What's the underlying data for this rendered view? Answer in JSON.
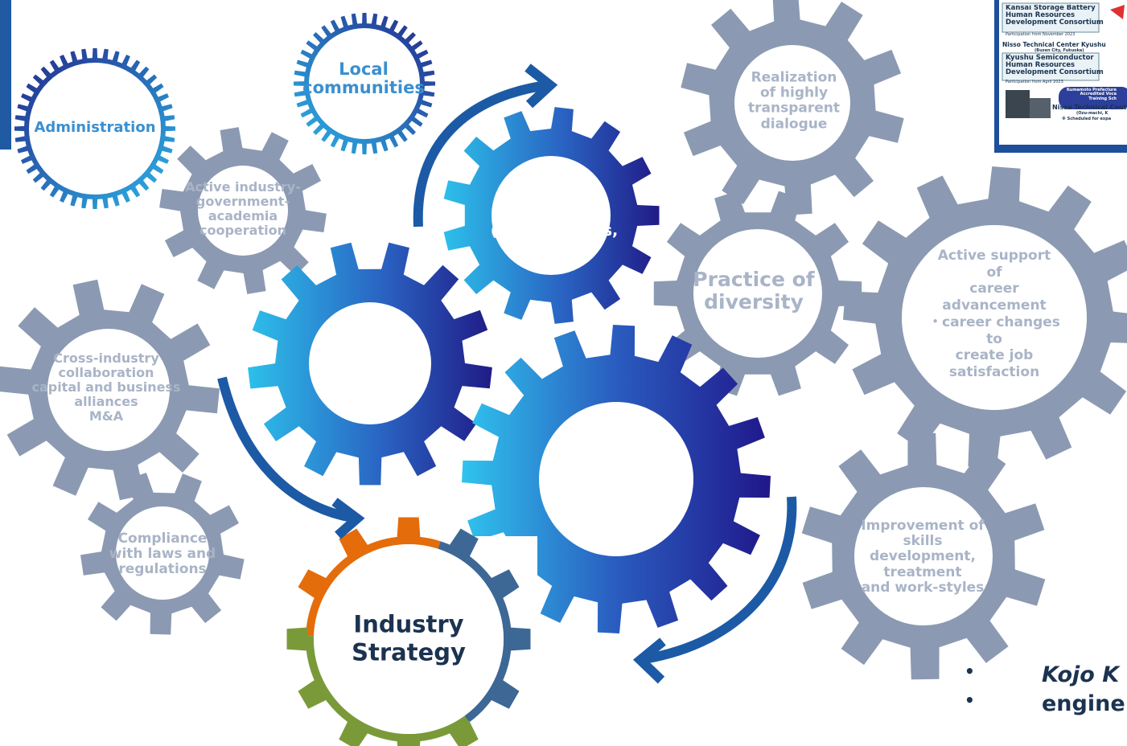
{
  "diagram": {
    "gears_outline": [
      {
        "id": "administration",
        "label": "Administration"
      },
      {
        "id": "local-communities",
        "label": "Local\ncommunities"
      }
    ],
    "gears_gray": [
      {
        "id": "industry-government-academia",
        "label": "Active industry-\ngovernment-\nacademia\ncooperation"
      },
      {
        "id": "cross-industry",
        "label": "Cross-industry\ncollaboration\ncapital and business\nalliances\nM&A"
      },
      {
        "id": "compliance",
        "label": "Compliance\nwith laws and\nregulations"
      },
      {
        "id": "transparent-dialogue",
        "label": "Realization\nof highly\ntransparent\ndialogue"
      },
      {
        "id": "diversity",
        "label": "Practice of\ndiversity"
      },
      {
        "id": "career-support",
        "label": "Active support of\ncareer advancement\n・career changes to\ncreate job satisfaction"
      },
      {
        "id": "skills-development",
        "label": "Improvement of\nskills\ndevelopment,\ntreatment\nand work-styles"
      }
    ],
    "gears_main": [
      {
        "id": "ss",
        "title": "SS",
        "subtitle": "(Shareholders,\netc.)"
      },
      {
        "id": "cs",
        "title": "CS",
        "subtitle": "(Customers/\nClients)"
      },
      {
        "id": "es",
        "title": "ES",
        "subtitle": "(Employees)"
      }
    ],
    "center": {
      "label": "Industry\nStrategy"
    },
    "bullets": [
      "Kojo K",
      "engine"
    ],
    "thumbnail": {
      "lines": [
        "Kansai Storage Battery\nHuman Resources\nDevelopment Consortium",
        "Participation from November 2023",
        "Nisso Technical Center Kyushu",
        "(Buzen City, Fukuoka)",
        "Kyushu Semiconductor\nHuman Resources\nDevelopment Consortium",
        "Participation from April 2023",
        "Kumamoto Prefecture\nAccredited Voca\nTraining Sch",
        "Nisso Technical Cent",
        "(Ozu-machi, K",
        "※ Scheduled for expa"
      ]
    },
    "colors": {
      "gray_gear": "#8b9ab2",
      "blue_dark": "#2b2f8f",
      "blue_light": "#26b4e3",
      "arrow": "#1c5aa6",
      "orange": "#e46c0a",
      "green": "#7a9a3a",
      "slate": "#3d6795"
    }
  }
}
